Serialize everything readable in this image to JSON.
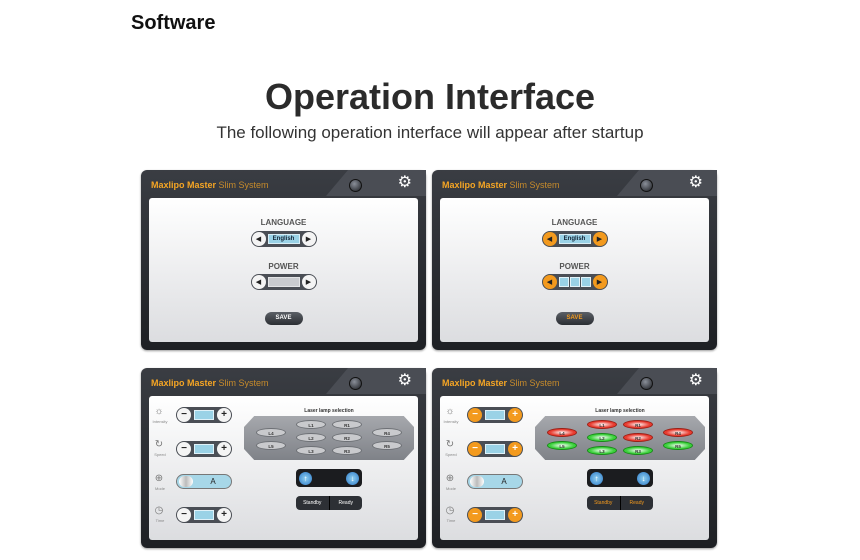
{
  "doc": {
    "heading": "Software",
    "title": "Operation Interface",
    "subtitle": "The following operation interface  will appear after startup"
  },
  "app": {
    "brand_strong": "Maxlipo Master",
    "brand_light": "Slim System"
  },
  "settings": {
    "language_label": "LANGUAGE",
    "language_value": "English",
    "power_label": "POWER",
    "save_label": "SAVE",
    "power_levels_segments": 3
  },
  "controls": {
    "intensity_caption": "Intensity",
    "speed_caption": "Speed",
    "mode_caption": "Mode",
    "time_caption": "Time",
    "mode_value": "A",
    "minus": "−",
    "plus": "+",
    "lamp_title": "Laser lamp selection",
    "lamps": {
      "L1": "L1",
      "L2": "L2",
      "L3": "L3",
      "L4": "L4",
      "L5": "L5",
      "R1": "R1",
      "R2": "R2",
      "R3": "R3",
      "R4": "R4",
      "R5": "R5"
    },
    "standby": "Standby",
    "ready": "Ready"
  },
  "colors": {
    "accent": "#f39a1e",
    "lamp_red": "#e83b2f",
    "lamp_green": "#3bd13b",
    "display": "#9ad2e6"
  },
  "icons": {
    "settings": "gear-icon",
    "arrow_left": "arrow-left-icon",
    "arrow_right": "arrow-right-icon",
    "up": "arrow-up-icon",
    "down": "arrow-down-icon"
  }
}
